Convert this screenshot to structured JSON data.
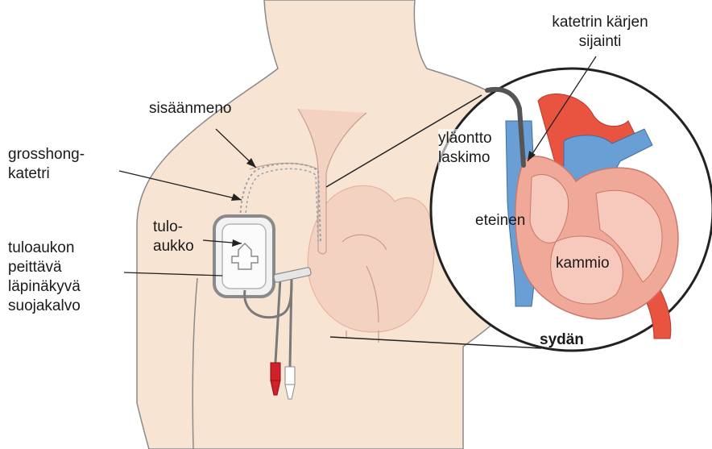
{
  "labels": {
    "sisaanmeno": "sisäänmeno",
    "grosshong": "grosshong-\nkatetri",
    "tuloaukko": "tulo-\naukko",
    "suojakalvo": "tuloaukon\npeittävä\nläpinäkyvä\nsuojakalvo",
    "karki": "katetrin kärjen\nsijainti",
    "laskimo": "yläontto\nlaskimo",
    "eteinen": "eteinen",
    "kammio": "kammio",
    "sydan": "sydän"
  },
  "colors": {
    "skin": "#f7e4d3",
    "skin_outline": "#8a8a8a",
    "heart_pink": "#f0a898",
    "heart_light": "#f6c9bc",
    "vein_blue": "#6a9fd6",
    "artery_red": "#e8543f",
    "catheter_gray": "#7a7a7a",
    "clamp_red": "#d0202a"
  }
}
